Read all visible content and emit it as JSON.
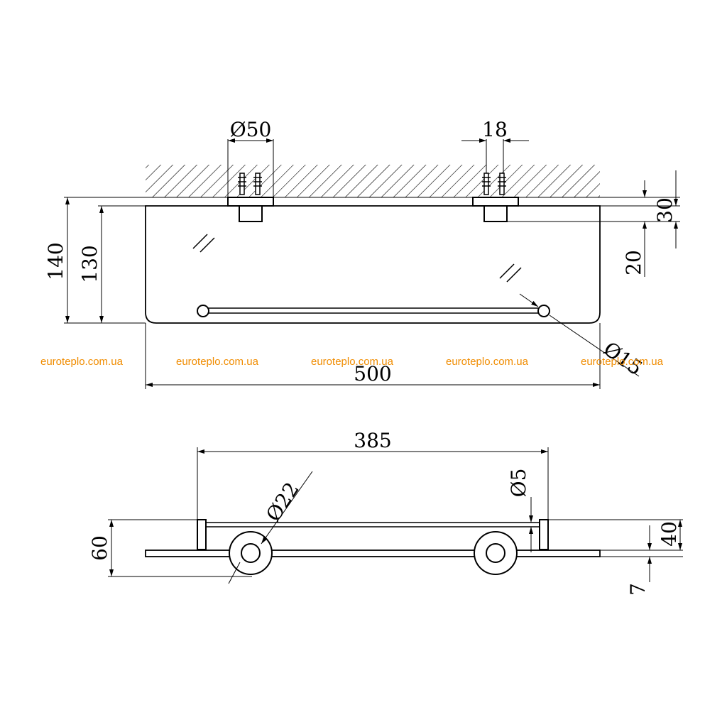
{
  "drawing": {
    "top_view": {
      "dims": {
        "mount_diameter": "Ø50",
        "mount_depth": "18",
        "total_depth": "140",
        "glass_depth": "130",
        "bracket_height": "30",
        "bracket_offset": "20",
        "rail_end_diameter": "Ø15",
        "total_width": "500"
      }
    },
    "front_view": {
      "dims": {
        "rail_length": "385",
        "mount_diameter": "Ø22",
        "rail_diameter": "Ø5",
        "total_height": "60",
        "rail_height": "40",
        "glass_thickness": "7"
      }
    },
    "watermark": [
      "euroteplo.com.ua",
      "euroteplo.com.ua",
      "euroteplo.com.ua",
      "euroteplo.com.ua",
      "euroteplo.com.ua"
    ]
  }
}
